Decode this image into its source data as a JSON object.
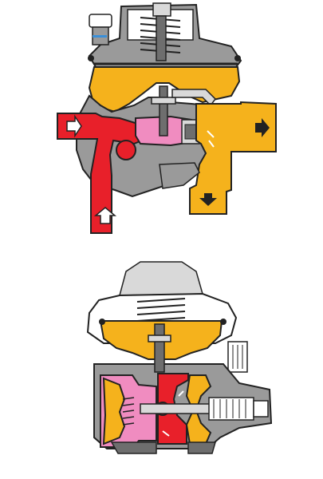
{
  "figure": {
    "description_visible_text": [],
    "views": [
      {
        "name": "upper-regulator-view",
        "flow_arrows": [
          "inlet-left-right-arrow",
          "inlet-bottom-up-arrow",
          "outlet-right-right-arrow",
          "outlet-bottom-down-arrow"
        ]
      },
      {
        "name": "lower-regulator-view",
        "flow_arrows": []
      }
    ]
  },
  "colors": {
    "inlet_high_pressure": "#e8202a",
    "intermediate_pressure": "#f08cc0",
    "outlet_low_pressure": "#f5b21c",
    "body_gray": "#9a9a9a",
    "body_dark": "#6e6e6e",
    "outline": "#222222",
    "light_gray": "#d9d9d9",
    "white": "#ffffff"
  }
}
